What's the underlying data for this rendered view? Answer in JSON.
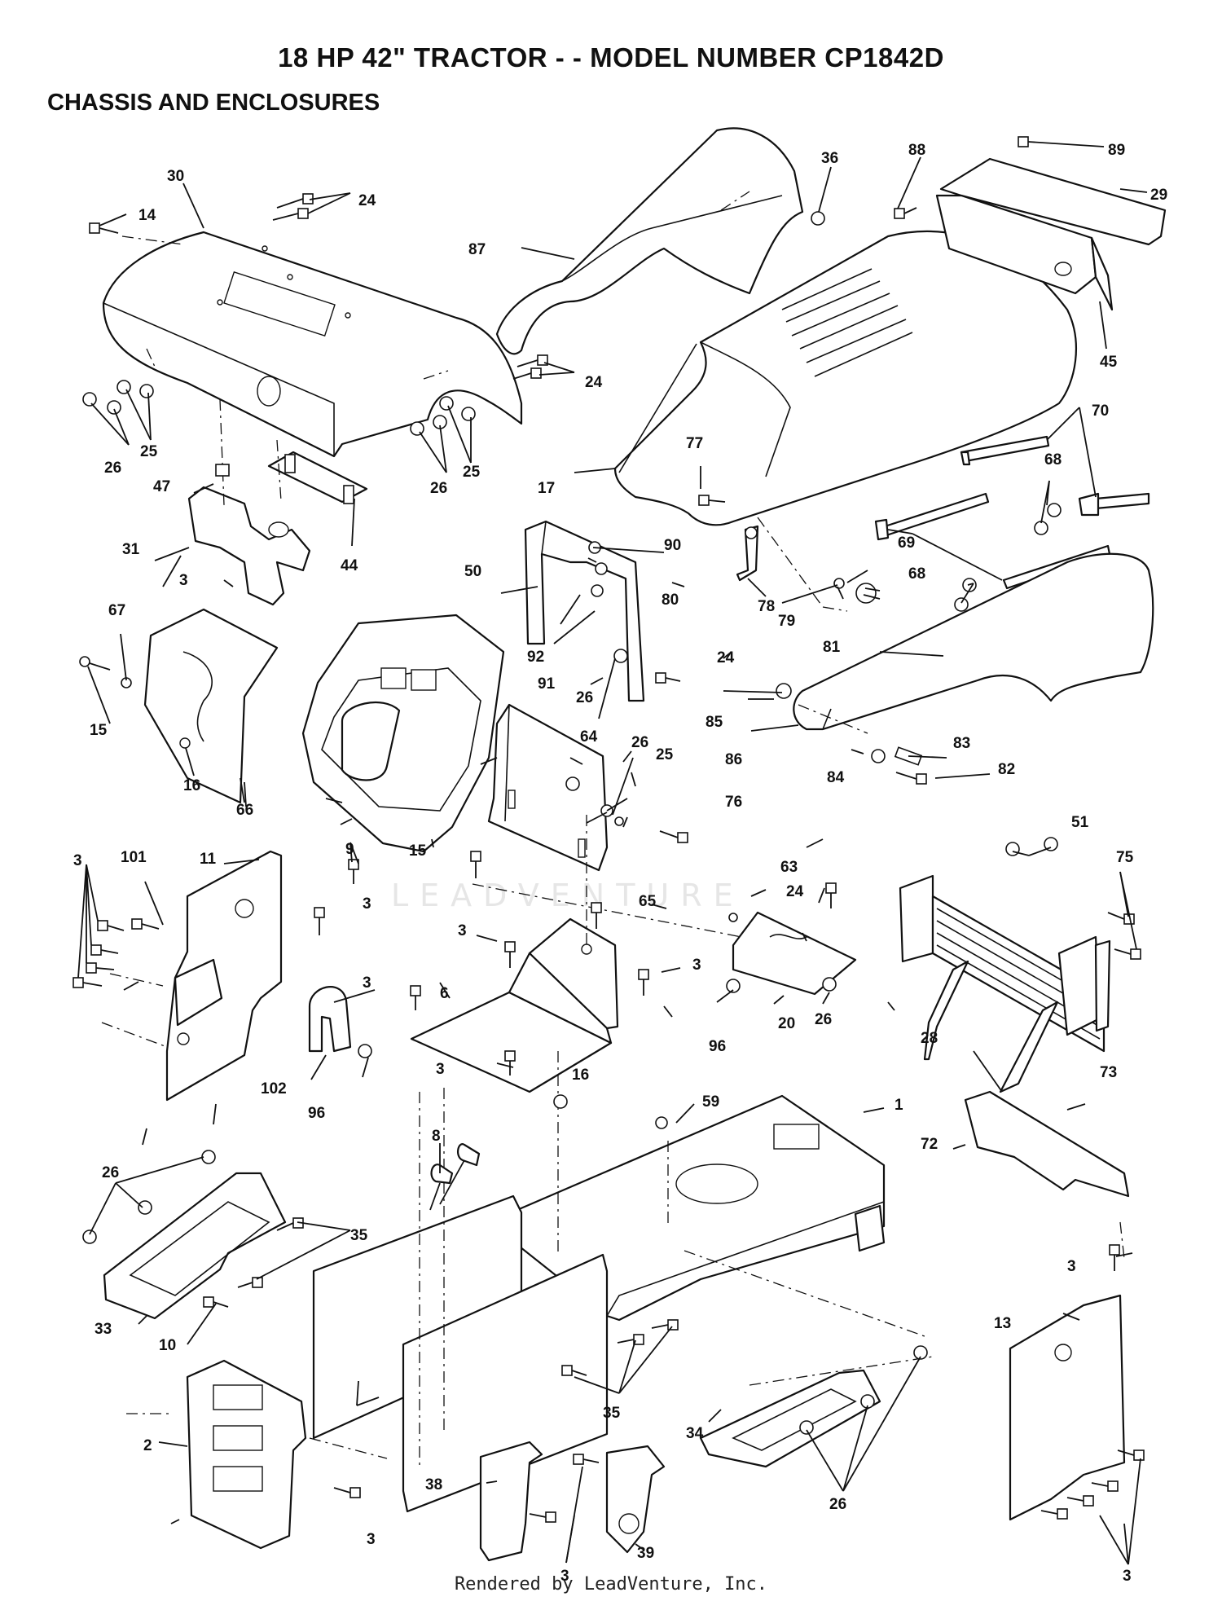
{
  "title": "18 HP 42\" TRACTOR - - MODEL NUMBER CP1842D",
  "subtitle": "CHASSIS AND ENCLOSURES",
  "watermark": "LEADVENTURE",
  "footer": "Rendered by LeadVenture, Inc.",
  "callouts": {
    "c1": "1",
    "c2": "2",
    "c3a": "3",
    "c3b": "3",
    "c3c": "3",
    "c3d": "3",
    "c3e": "3",
    "c3f": "3",
    "c3g": "3",
    "c3h": "3",
    "c3i": "3",
    "c3j": "3",
    "c3k": "3",
    "c6": "6",
    "c8": "8",
    "c9": "9",
    "c10": "10",
    "c11": "11",
    "c13": "13",
    "c14": "14",
    "c15a": "15",
    "c15b": "15",
    "c16a": "16",
    "c16b": "16",
    "c17": "17",
    "c20": "20",
    "c24a": "24",
    "c24b": "24",
    "c24c": "24",
    "c24d": "24",
    "c25a": "25",
    "c25b": "25",
    "c25c": "25",
    "c26a": "26",
    "c26b": "26",
    "c26c": "26",
    "c26d": "26",
    "c26e": "26",
    "c26f": "26",
    "c26g": "26",
    "c28": "28",
    "c29": "29",
    "c30": "30",
    "c31": "31",
    "c33": "33",
    "c34": "34",
    "c35a": "35",
    "c35b": "35",
    "c36": "36",
    "c38": "38",
    "c39": "39",
    "c44": "44",
    "c45": "45",
    "c47": "47",
    "c50": "50",
    "c51": "51",
    "c59": "59",
    "c63": "63",
    "c64": "64",
    "c65": "65",
    "c66": "66",
    "c67": "67",
    "c68a": "68",
    "c68b": "68",
    "c69": "69",
    "c70": "70",
    "c72": "72",
    "c73": "73",
    "c75": "75",
    "c76": "76",
    "c77": "77",
    "c78": "78",
    "c79": "79",
    "c80": "80",
    "c81": "81",
    "c82": "82",
    "c83": "83",
    "c84": "84",
    "c85": "85",
    "c86": "86",
    "c87": "87",
    "c88": "88",
    "c89": "89",
    "c90": "90",
    "c91": "91",
    "c92": "92",
    "c96a": "96",
    "c96b": "96",
    "c101": "101",
    "c102": "102"
  }
}
